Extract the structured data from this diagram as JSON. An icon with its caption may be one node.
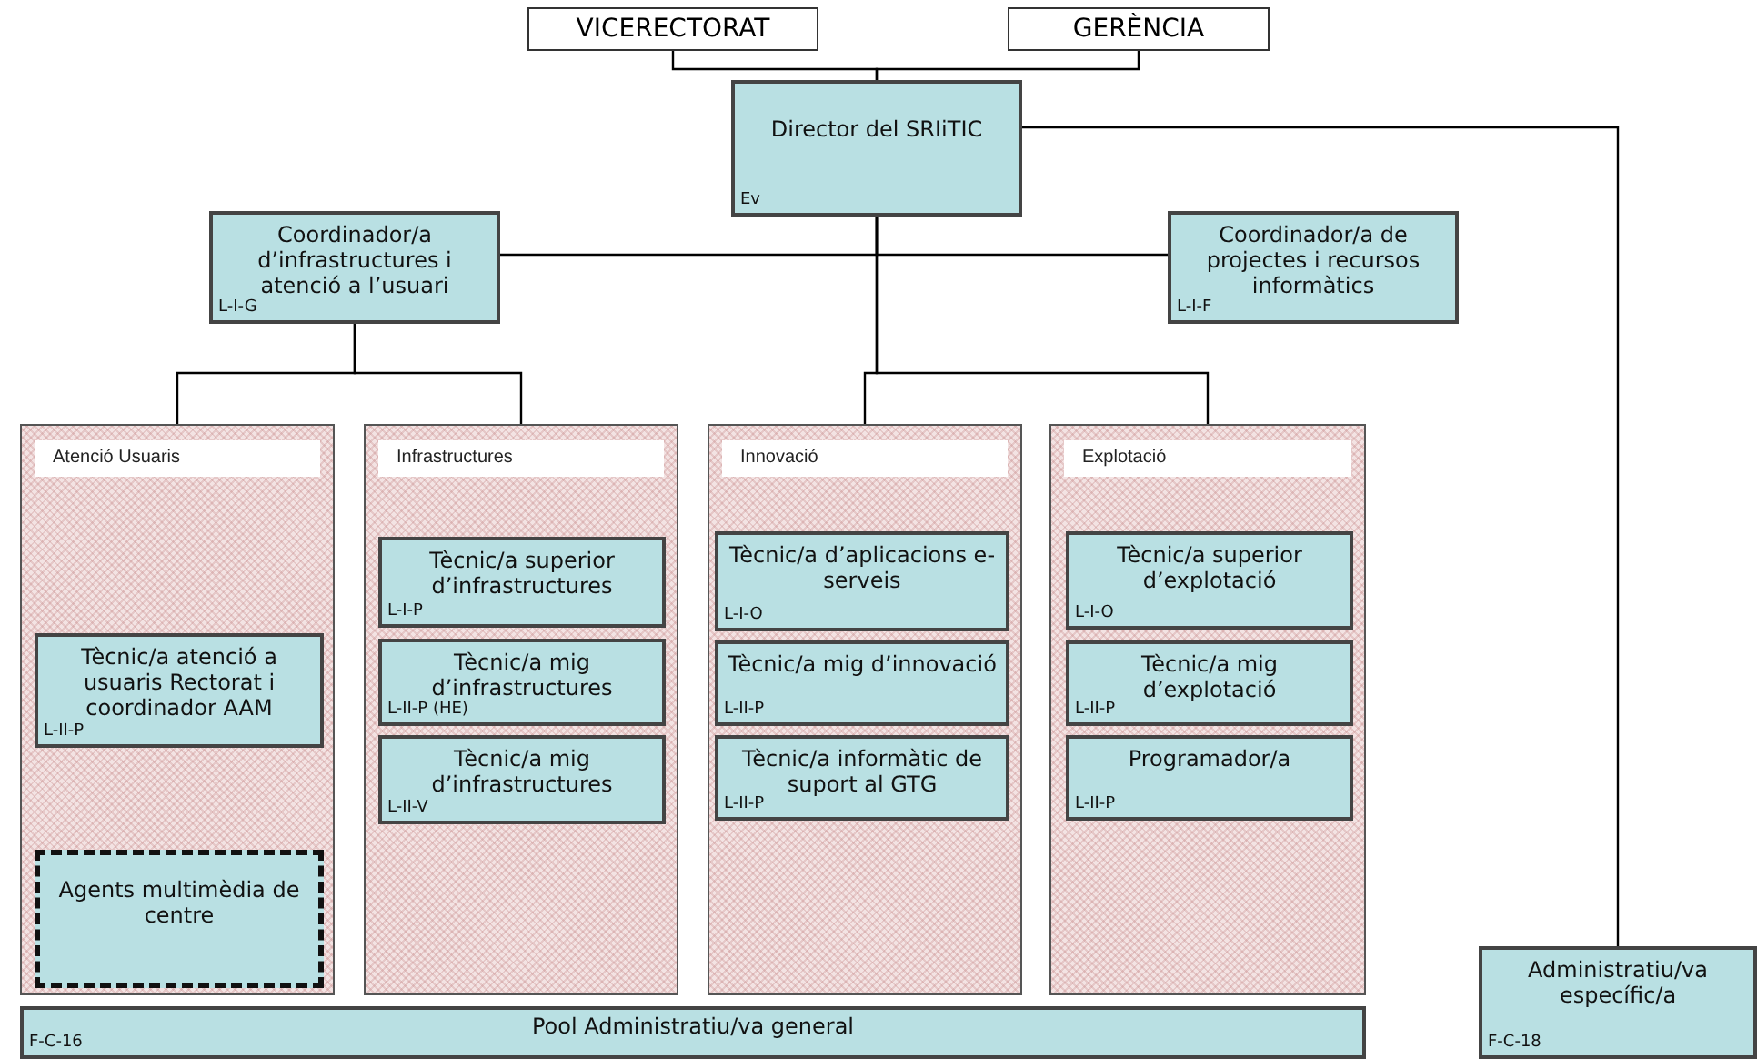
{
  "diagram": {
    "nodes": [
      {
        "text": [
          "VICERECTORAT"
        ]
      },
      {
        "text": [
          "GERÈNCIA"
        ]
      },
      {
        "text": [
          "Director del SRIiTIC",
          "Ev"
        ]
      },
      {
        "text": [
          "Coordinador/a d’infrastructures i atenció a l’usuari",
          "L-I-G"
        ]
      },
      {
        "text": [
          "Coordinador/a de projectes i recursos informàtics",
          "L-I-F"
        ]
      },
      {
        "text": [
          "Atenció Usuaris"
        ]
      },
      {
        "text": [
          "Tècnic/a atenció a usuaris Rectorat i coordinador AAM",
          "L-II-P"
        ],
        "in": 5
      },
      {
        "text": [
          "Agents multimèdia de centre"
        ],
        "in": 5
      },
      {
        "text": [
          "Infrastructures"
        ]
      },
      {
        "text": [
          "Tècnic/a superior d’infrastructures",
          "L-I-P"
        ],
        "in": 8
      },
      {
        "text": [
          "Tècnic/a mig d’infrastructures",
          "L-II-P (HE)"
        ],
        "in": 8
      },
      {
        "text": [
          "Tècnic/a mig d’infrastructures",
          "L-II-V"
        ],
        "in": 8
      },
      {
        "text": [
          "Innovació"
        ]
      },
      {
        "text": [
          "Tècnic/a d’aplicacions e-serveis",
          "L-I-O"
        ],
        "in": 12
      },
      {
        "text": [
          "Tècnic/a mig d’innovació",
          "L-II-P"
        ],
        "in": 12
      },
      {
        "text": [
          "Tècnic/a informàtic de suport al GTG",
          "L-II-P"
        ],
        "in": 12
      },
      {
        "text": [
          "Explotació"
        ]
      },
      {
        "text": [
          "Tècnic/a superior d’explotació",
          "L-I-O"
        ],
        "in": 16
      },
      {
        "text": [
          "Tècnic/a mig d’explotació",
          "L-II-P"
        ],
        "in": 16
      },
      {
        "text": [
          "Programador/a",
          "L-II-P"
        ],
        "in": 16
      },
      {
        "text": [
          "Pool Administratiu/va general",
          "F-C-16"
        ]
      },
      {
        "text": [
          "Administratiu/va específic/a",
          "F-C-18"
        ]
      }
    ],
    "edges": [
      {
        "from": 0,
        "to": 2,
        "arrow": "none"
      },
      {
        "from": 1,
        "to": 2,
        "arrow": "none"
      },
      {
        "from": 2,
        "to": 3,
        "arrow": "none"
      },
      {
        "from": 2,
        "to": 4,
        "arrow": "none"
      },
      {
        "from": 2,
        "to": 21,
        "arrow": "none"
      },
      {
        "from": 3,
        "to": 5,
        "arrow": "none"
      },
      {
        "from": 3,
        "to": 8,
        "arrow": "none"
      },
      {
        "from": 2,
        "to": 12,
        "arrow": "none"
      },
      {
        "from": 2,
        "to": 16,
        "arrow": "none"
      }
    ]
  }
}
